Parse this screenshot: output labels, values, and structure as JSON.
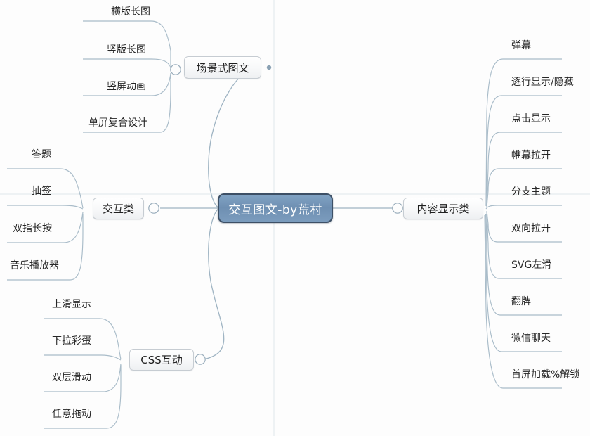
{
  "diagram": {
    "type": "mind-map",
    "background_color": "#fdfdfd",
    "root": {
      "label": "交互图文-by荒村",
      "fill_color": "#7b9cbd",
      "border_color": "#3d5066",
      "text_color": "#ffffff"
    },
    "branch_style": {
      "fill_color": "#f7f8f9",
      "border_color": "#c6ccd2",
      "text_color": "#1f1f1f"
    },
    "connector_color": "#9fb3c4",
    "branches": [
      {
        "id": "scene",
        "label": "场景式图文",
        "side": "left",
        "children": [
          {
            "label": "横版长图"
          },
          {
            "label": "竖版长图"
          },
          {
            "label": "竖屏动画"
          },
          {
            "label": "单屏复合设计"
          }
        ]
      },
      {
        "id": "interactive",
        "label": "交互类",
        "side": "left",
        "children": [
          {
            "label": "答题"
          },
          {
            "label": "抽签"
          },
          {
            "label": "双指长按"
          },
          {
            "label": "音乐播放器"
          }
        ]
      },
      {
        "id": "css",
        "label": "CSS互动",
        "side": "left",
        "children": [
          {
            "label": "上滑显示"
          },
          {
            "label": "下拉彩蛋"
          },
          {
            "label": "双层滑动"
          },
          {
            "label": "任意拖动"
          }
        ]
      },
      {
        "id": "content",
        "label": "内容显示类",
        "side": "right",
        "children": [
          {
            "label": "弹幕"
          },
          {
            "label": "逐行显示/隐藏"
          },
          {
            "label": "点击显示"
          },
          {
            "label": "帷幕拉开"
          },
          {
            "label": "分支主题"
          },
          {
            "label": "双向拉开"
          },
          {
            "label": "SVG左滑"
          },
          {
            "label": "翻牌"
          },
          {
            "label": "微信聊天"
          },
          {
            "label": "首屏加载%解锁"
          }
        ]
      }
    ]
  }
}
